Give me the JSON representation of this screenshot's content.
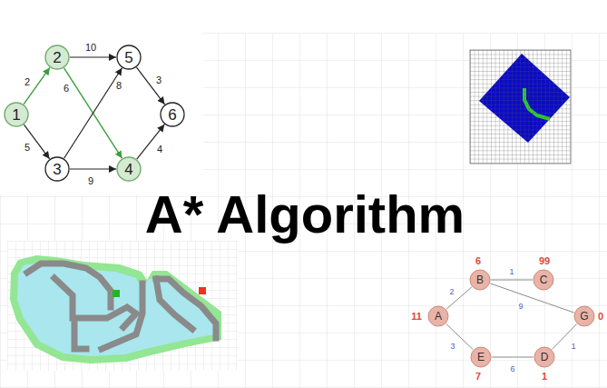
{
  "diagram": {
    "title": "A* Algorithm",
    "nodes": [
      {
        "text": [
          "1"
        ]
      },
      {
        "text": [
          "2"
        ]
      },
      {
        "text": [
          "3"
        ]
      },
      {
        "text": [
          "4"
        ]
      },
      {
        "text": [
          "5"
        ]
      },
      {
        "text": [
          "6"
        ]
      },
      {
        "text": [
          "A",
          "11"
        ]
      },
      {
        "text": [
          "B",
          "6"
        ]
      },
      {
        "text": [
          "C",
          "99"
        ]
      },
      {
        "text": [
          "D",
          "1"
        ]
      },
      {
        "text": [
          "E",
          "7"
        ]
      },
      {
        "text": [
          "G",
          "0"
        ]
      }
    ],
    "edges": [
      {
        "from": 0,
        "to": 1,
        "arrow": "to",
        "label": "2"
      },
      {
        "from": 0,
        "to": 2,
        "arrow": "to",
        "label": "5"
      },
      {
        "from": 1,
        "to": 4,
        "arrow": "to",
        "label": "10"
      },
      {
        "from": 1,
        "to": 3,
        "arrow": "to",
        "label": "6"
      },
      {
        "from": 2,
        "to": 4,
        "arrow": "to",
        "label": "8"
      },
      {
        "from": 2,
        "to": 3,
        "arrow": "to",
        "label": "9"
      },
      {
        "from": 4,
        "to": 5,
        "arrow": "to",
        "label": "3"
      },
      {
        "from": 3,
        "to": 5,
        "arrow": "to",
        "label": "4"
      },
      {
        "from": 6,
        "to": 7,
        "arrow": "none",
        "label": "2"
      },
      {
        "from": 7,
        "to": 8,
        "arrow": "none",
        "label": "1"
      },
      {
        "from": 7,
        "to": 11,
        "arrow": "none",
        "label": "9"
      },
      {
        "from": 6,
        "to": 10,
        "arrow": "none",
        "label": "3"
      },
      {
        "from": 10,
        "to": 9,
        "arrow": "none",
        "label": "6"
      },
      {
        "from": 9,
        "to": 11,
        "arrow": "none",
        "label": "1"
      }
    ]
  }
}
